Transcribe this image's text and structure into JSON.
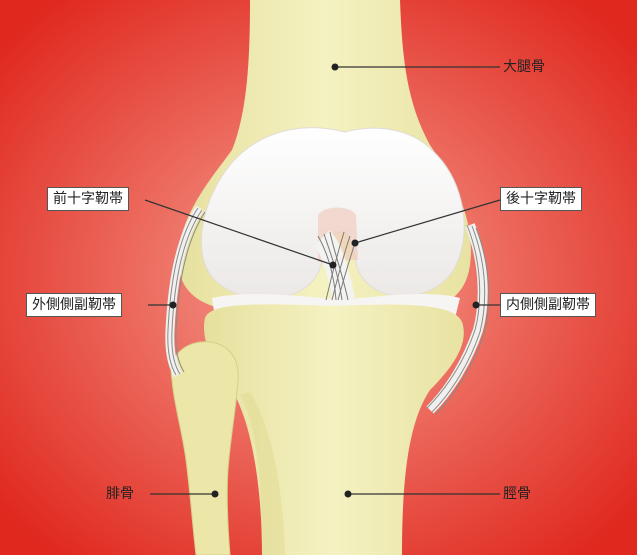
{
  "labels": {
    "femur": "大腿骨",
    "acl": "前十字靭帯",
    "pcl": "後十字靭帯",
    "lcl": "外側側副靭帯",
    "mcl": "内側側副靭帯",
    "fibula": "腓骨",
    "tibia": "脛骨"
  },
  "colors": {
    "background_edge": "#e6322a",
    "background_center": "#f0877c",
    "bone": "#f2efba",
    "bone_shade": "#e3dd98",
    "cartilage": "#f5f3f1",
    "ligament_stroke": "#8a8a8a",
    "leader_line": "#333333"
  }
}
